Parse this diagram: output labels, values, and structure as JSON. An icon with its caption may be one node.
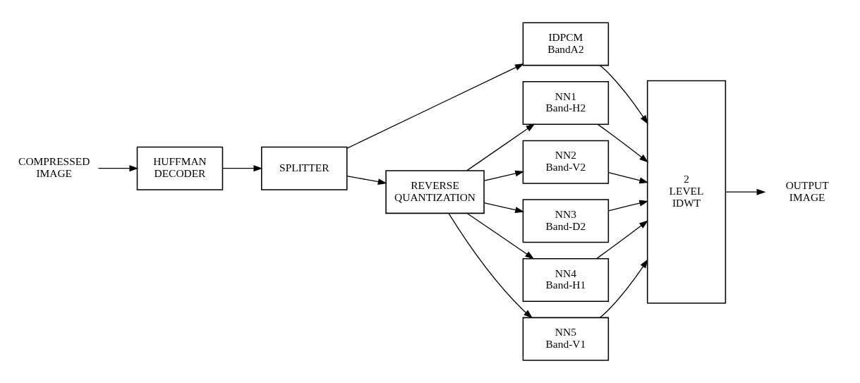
{
  "diagram": {
    "nodes": [
      {
        "text": [
          "COMPRESSED IMAGE"
        ]
      },
      {
        "text": [
          "HUFFMAN DECODER"
        ]
      },
      {
        "text": [
          "SPLITTER"
        ]
      },
      {
        "text": [
          "REVERSE QUANTIZATION"
        ]
      },
      {
        "text": [
          "IDPCM BandA2"
        ]
      },
      {
        "text": [
          "NN1 Band-H2"
        ]
      },
      {
        "text": [
          "NN2 Band-V2"
        ]
      },
      {
        "text": [
          "NN3 Band-D2"
        ]
      },
      {
        "text": [
          "NN4 Band-H1"
        ]
      },
      {
        "text": [
          "NN5 Band-V1"
        ]
      },
      {
        "text": [
          "2 LEVEL IDWT"
        ]
      },
      {
        "text": [
          "OUTPUT IMAGE"
        ]
      }
    ],
    "edges": [
      {
        "from": 0,
        "to": 1,
        "arrow": "to"
      },
      {
        "from": 1,
        "to": 2,
        "arrow": "to"
      },
      {
        "from": 2,
        "to": 4,
        "arrow": "to"
      },
      {
        "from": 2,
        "to": 3,
        "arrow": "to"
      },
      {
        "from": 3,
        "to": 5,
        "arrow": "to"
      },
      {
        "from": 3,
        "to": 6,
        "arrow": "to"
      },
      {
        "from": 3,
        "to": 7,
        "arrow": "to"
      },
      {
        "from": 3,
        "to": 8,
        "arrow": "to"
      },
      {
        "from": 3,
        "to": 9,
        "arrow": "to"
      },
      {
        "from": 4,
        "to": 10,
        "arrow": "to"
      },
      {
        "from": 5,
        "to": 10,
        "arrow": "to"
      },
      {
        "from": 6,
        "to": 10,
        "arrow": "to"
      },
      {
        "from": 7,
        "to": 10,
        "arrow": "to"
      },
      {
        "from": 8,
        "to": 10,
        "arrow": "to"
      },
      {
        "from": 9,
        "to": 10,
        "arrow": "to"
      },
      {
        "from": 10,
        "to": 11,
        "arrow": "to"
      }
    ]
  }
}
